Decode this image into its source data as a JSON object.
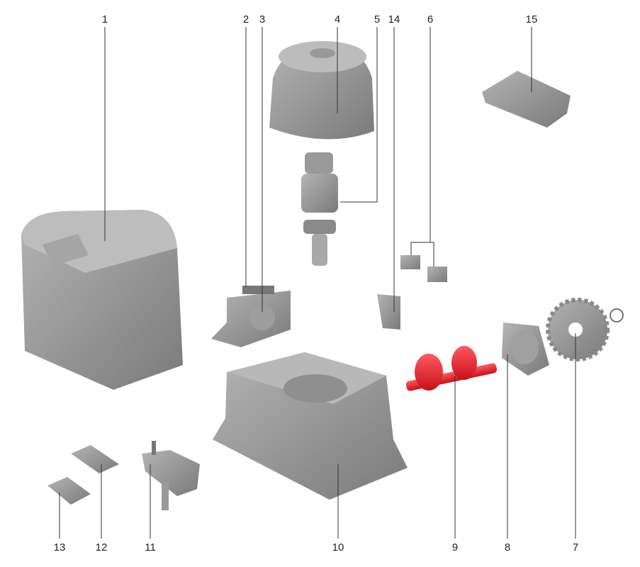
{
  "diagram": {
    "type": "exploded-parts-view",
    "highlight_color": "#e8202a",
    "part_color": "#8e8e8e",
    "callouts": [
      {
        "number": "1",
        "position": "top"
      },
      {
        "number": "2",
        "position": "top"
      },
      {
        "number": "3",
        "position": "top"
      },
      {
        "number": "4",
        "position": "top"
      },
      {
        "number": "5",
        "position": "top"
      },
      {
        "number": "14",
        "position": "top"
      },
      {
        "number": "6",
        "position": "top"
      },
      {
        "number": "15",
        "position": "top"
      },
      {
        "number": "13",
        "position": "bottom"
      },
      {
        "number": "12",
        "position": "bottom"
      },
      {
        "number": "11",
        "position": "bottom"
      },
      {
        "number": "10",
        "position": "bottom"
      },
      {
        "number": "9",
        "position": "bottom"
      },
      {
        "number": "8",
        "position": "bottom"
      },
      {
        "number": "7",
        "position": "bottom"
      }
    ]
  }
}
